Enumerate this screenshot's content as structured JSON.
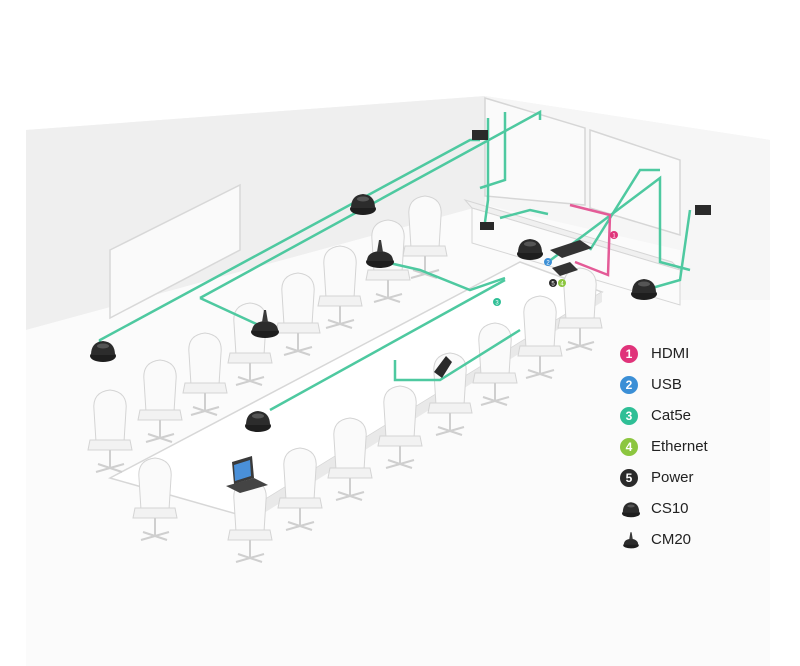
{
  "colors": {
    "hdmi": "#e0337a",
    "usb": "#3b8fd6",
    "cat5e": "#2fbf96",
    "ethernet": "#8cc63f",
    "power": "#2a2a2a",
    "cable": "#4ec9a0",
    "pink_cable": "#e45b97",
    "wall": "#f1f1f1",
    "floor": "#f7f7f7"
  },
  "legend": {
    "connections": [
      {
        "number": "1",
        "label": "HDMI",
        "color": "#e0337a"
      },
      {
        "number": "2",
        "label": "USB",
        "color": "#3b8fd6"
      },
      {
        "number": "3",
        "label": "Cat5e",
        "color": "#2fbf96"
      },
      {
        "number": "4",
        "label": "Ethernet",
        "color": "#8cc63f"
      },
      {
        "number": "5",
        "label": "Power",
        "color": "#2a2a2a"
      }
    ],
    "devices": [
      {
        "label": "CS10",
        "icon": "cs10-speaker-icon"
      },
      {
        "label": "CM20",
        "icon": "cm20-microphone-icon"
      }
    ]
  },
  "diagram": {
    "marker_1": "1",
    "marker_2": "2",
    "marker_3": "3",
    "marker_4": "4",
    "marker_5": "5"
  }
}
